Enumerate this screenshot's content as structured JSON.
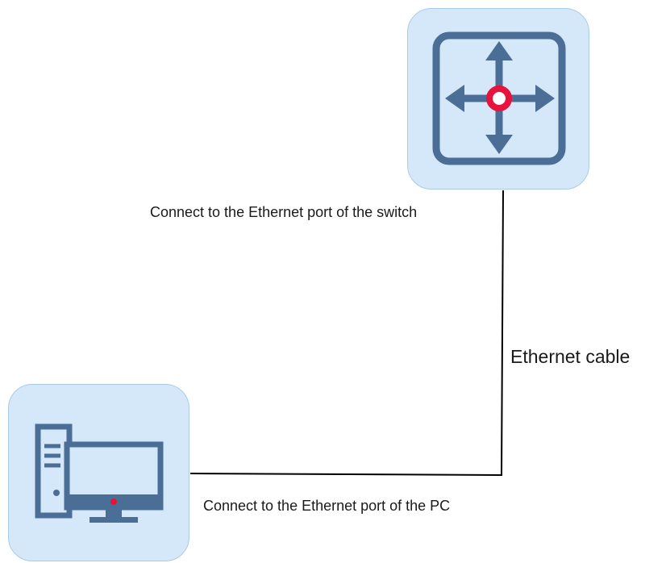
{
  "nodes": {
    "switch": {
      "icon": "switch-icon",
      "port_label": "Connect to the Ethernet port of the switch"
    },
    "pc": {
      "icon": "desktop-computer-icon",
      "port_label": "Connect to the Ethernet port of the PC"
    }
  },
  "link": {
    "label": "Ethernet cable"
  },
  "colors": {
    "tile_fill": "#d4e8f9",
    "tile_border": "#a9cbe8",
    "icon_blue": "#4a6e96",
    "accent_red": "#e8133c",
    "cable": "#000000"
  }
}
